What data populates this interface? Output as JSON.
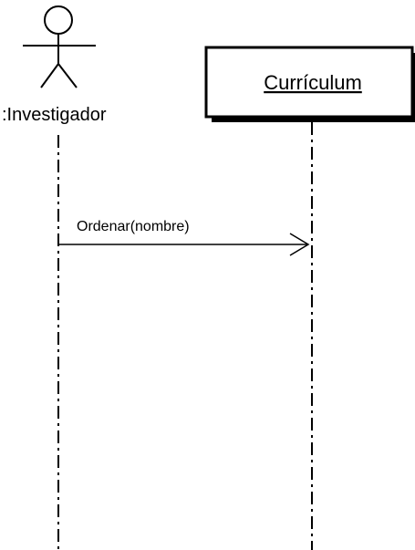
{
  "actor": {
    "name": ":Investigador"
  },
  "object": {
    "name": "Currículum"
  },
  "messages": [
    {
      "label": "Ordenar(nombre)"
    }
  ]
}
